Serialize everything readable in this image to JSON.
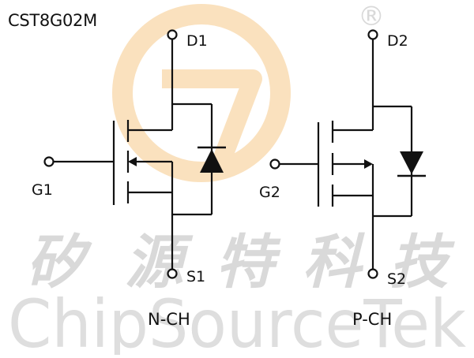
{
  "part_number": "CST8G02M",
  "watermark": {
    "cn_chars": [
      "矽",
      "源",
      "特",
      "科",
      "技"
    ],
    "en_text": "ChipSourceTek",
    "registered_mark": "®",
    "logo_color": "#f6c98a",
    "text_color": "#d9d9d9"
  },
  "n_channel": {
    "drain": "D1",
    "gate": "G1",
    "source": "S1",
    "caption": "N-CH"
  },
  "p_channel": {
    "drain": "D2",
    "gate": "G2",
    "source": "S2",
    "caption": "P-CH"
  },
  "colors": {
    "line": "#111111",
    "background": "#ffffff"
  }
}
